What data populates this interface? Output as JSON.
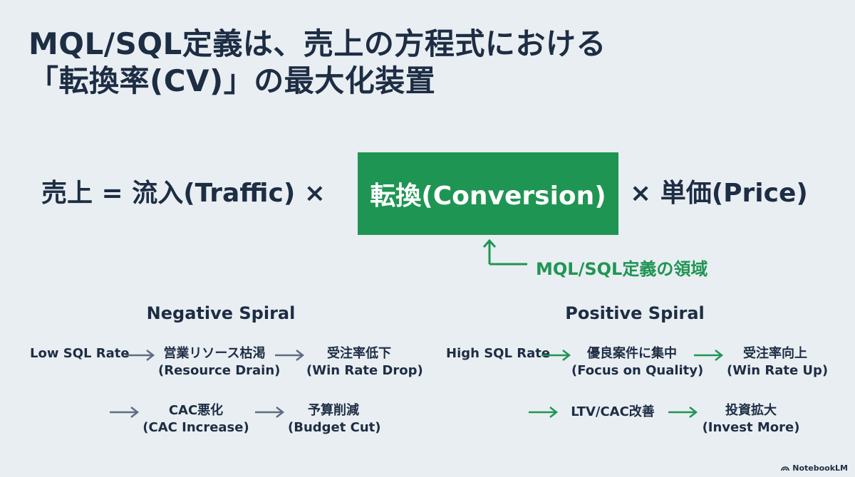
{
  "title": {
    "line1": "MQL/SQL定義は、売上の方程式における",
    "line2": "「転換率(CV)」の最大化装置"
  },
  "equation": {
    "left": "売上 = 流入(Traffic) ×",
    "highlight": "転換(Conversion)",
    "right": "× 単価(Price)"
  },
  "annotation": "MQL/SQL定義の領域",
  "negative_spiral": {
    "heading": "Negative Spiral",
    "start": "Low SQL Rate",
    "step1": [
      "営業リソース枯渇",
      "(Resource Drain)"
    ],
    "step2": [
      "受注率低下",
      "(Win Rate Drop)"
    ],
    "step3": [
      "CAC悪化",
      "(CAC Increase)"
    ],
    "step4": [
      "予算削減",
      "(Budget Cut)"
    ]
  },
  "positive_spiral": {
    "heading": "Positive Spiral",
    "start": "High SQL Rate",
    "step1": [
      "優良案件に集中",
      "(Focus on Quality)"
    ],
    "step2": [
      "受注率向上",
      "(Win Rate Up)"
    ],
    "step3": [
      "LTV/CAC改善"
    ],
    "step4": [
      "投資拡大",
      "(Invest More)"
    ]
  },
  "footer": "NotebookLM",
  "colors": {
    "background": "#e9eef2",
    "text": "#1d2d44",
    "accent_green": "#1f9553",
    "negative_arrow": "#5f6b82"
  }
}
